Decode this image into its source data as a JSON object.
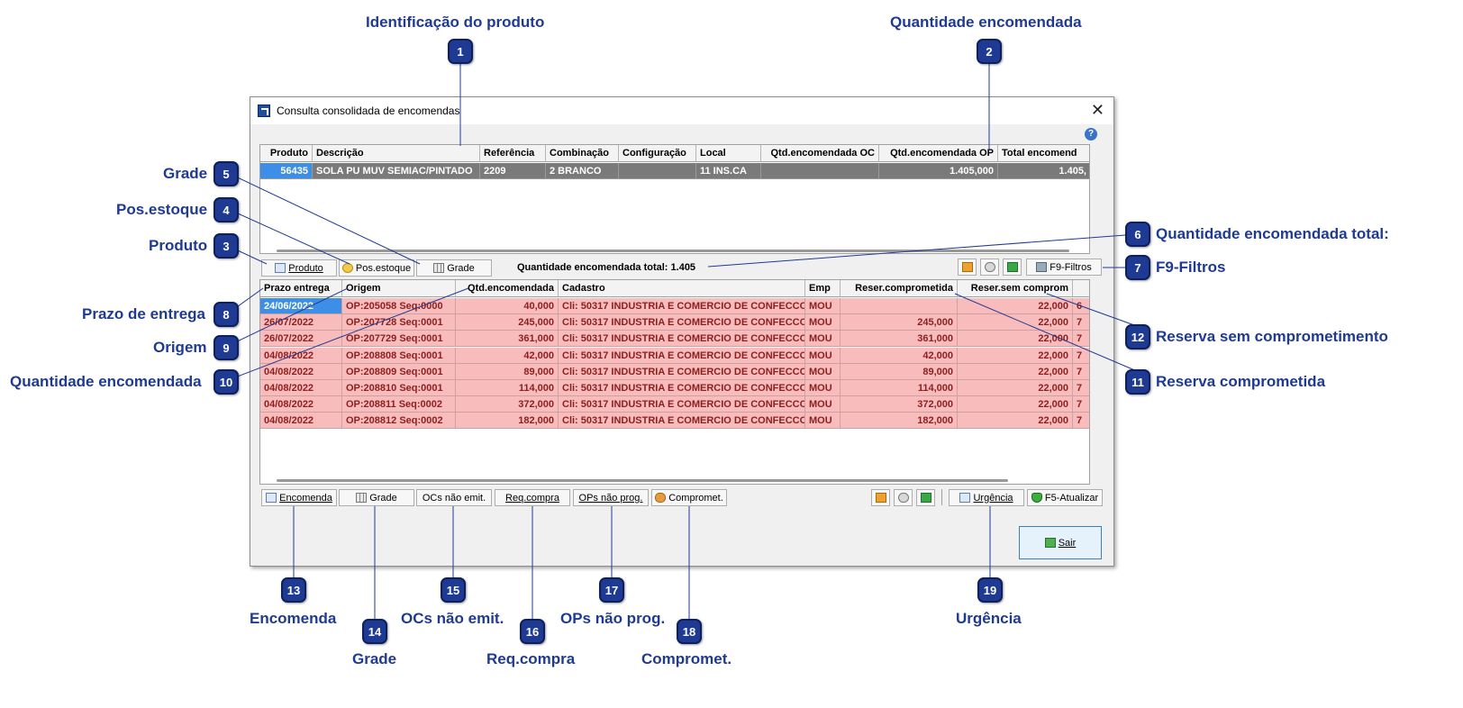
{
  "window": {
    "title": "Consulta consolidada de encomendas",
    "close_glyph": "✕",
    "help_glyph": "?"
  },
  "top_grid": {
    "columns": [
      "Produto",
      "Descrição",
      "Referência",
      "Combinação",
      "Configuração",
      "Local",
      "Qtd.encomendada OC",
      "Qtd.encomendada OP",
      "Total encomend"
    ],
    "rows": [
      [
        "56435",
        "SOLA PU MUV SEMIAC/PINTADO",
        "2209",
        "2 BRANCO",
        "",
        "11 INS.CA",
        "",
        "1.405,000",
        "1.405,"
      ]
    ]
  },
  "mid_toolbar": {
    "produto": "Produto",
    "pos_estoque": "Pos.estoque",
    "grade": "Grade",
    "total_text": "Quantidade encomendada total: 1.405",
    "f9_filtros": "F9-Filtros"
  },
  "enc_grid": {
    "columns": [
      "Prazo entrega",
      "Origem",
      "Qtd.encomendada",
      "Cadastro",
      "Emp",
      "Reser.comprometida",
      "Reser.sem comprom",
      ""
    ],
    "rows": [
      [
        "24/06/2022",
        "OP:205058 Seq:0000",
        "40,000",
        "Cli:  50317 INDUSTRIA E COMERCIO DE CONFECCO",
        "MOU",
        "",
        "22,000",
        "6"
      ],
      [
        "26/07/2022",
        "OP:207728 Seq:0001",
        "245,000",
        "Cli:  50317 INDUSTRIA E COMERCIO DE CONFECCO",
        "MOU",
        "245,000",
        "22,000",
        "7"
      ],
      [
        "26/07/2022",
        "OP:207729 Seq:0001",
        "361,000",
        "Cli:  50317 INDUSTRIA E COMERCIO DE CONFECCO",
        "MOU",
        "361,000",
        "22,000",
        "7"
      ],
      [
        "04/08/2022",
        "OP:208808 Seq:0001",
        "42,000",
        "Cli:  50317 INDUSTRIA E COMERCIO DE CONFECCO",
        "MOU",
        "42,000",
        "22,000",
        "7"
      ],
      [
        "04/08/2022",
        "OP:208809 Seq:0001",
        "89,000",
        "Cli:  50317 INDUSTRIA E COMERCIO DE CONFECCO",
        "MOU",
        "89,000",
        "22,000",
        "7"
      ],
      [
        "04/08/2022",
        "OP:208810 Seq:0001",
        "114,000",
        "Cli:  50317 INDUSTRIA E COMERCIO DE CONFECCO",
        "MOU",
        "114,000",
        "22,000",
        "7"
      ],
      [
        "04/08/2022",
        "OP:208811 Seq:0002",
        "372,000",
        "Cli:  50317 INDUSTRIA E COMERCIO DE CONFECCO",
        "MOU",
        "372,000",
        "22,000",
        "7"
      ],
      [
        "04/08/2022",
        "OP:208812 Seq:0002",
        "182,000",
        "Cli:  50317 INDUSTRIA E COMERCIO DE CONFECCO",
        "MOU",
        "182,000",
        "22,000",
        "7"
      ]
    ]
  },
  "bottom_toolbar": {
    "encomenda": "Encomenda",
    "grade": "Grade",
    "ocs_nao_emit": "OCs não emit.",
    "req_compra": "Req.compra",
    "ops_nao_prog": "OPs não prog.",
    "compromet": "Compromet.",
    "urgencia": "Urgência",
    "f5_atualizar": "F5-Atualizar",
    "sair": "Sair"
  },
  "callouts": [
    {
      "num": "1",
      "label": "Identificação do produto"
    },
    {
      "num": "2",
      "label": "Quantidade encomendada"
    },
    {
      "num": "3",
      "label": "Produto"
    },
    {
      "num": "4",
      "label": "Pos.estoque"
    },
    {
      "num": "5",
      "label": "Grade"
    },
    {
      "num": "6",
      "label": "Quantidade encomendada total:"
    },
    {
      "num": "7",
      "label": "F9-Filtros"
    },
    {
      "num": "8",
      "label": "Prazo de entrega"
    },
    {
      "num": "9",
      "label": "Origem"
    },
    {
      "num": "10",
      "label": "Quantidade encomendada"
    },
    {
      "num": "11",
      "label": "Reserva comprometida"
    },
    {
      "num": "12",
      "label": "Reserva sem comprometimento"
    },
    {
      "num": "13",
      "label": "Encomenda"
    },
    {
      "num": "14",
      "label": "Grade"
    },
    {
      "num": "15",
      "label": "OCs não emit."
    },
    {
      "num": "16",
      "label": "Req.compra"
    },
    {
      "num": "17",
      "label": "OPs não prog."
    },
    {
      "num": "18",
      "label": "Compromet."
    },
    {
      "num": "19",
      "label": "Urgência"
    }
  ],
  "colors": {
    "callout_blue": "#1f3a93",
    "row_pink": "#f9bcbc",
    "row_text": "#8b1f1f",
    "selection_blue": "#3d8ee6",
    "top_row_gray": "#7a7a7a"
  }
}
